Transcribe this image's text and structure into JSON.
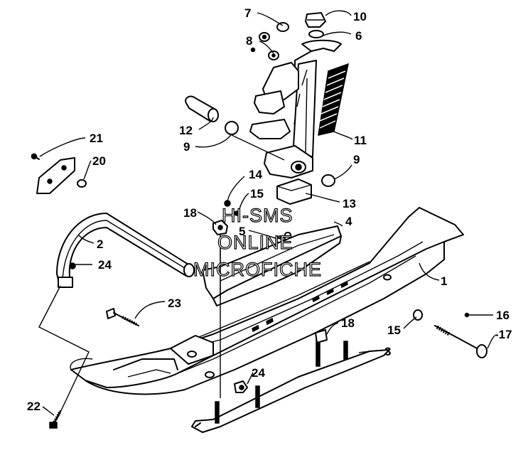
{
  "watermark": {
    "line1": "HI-SMS",
    "line2": "ONLINE",
    "line3": "MICROFICHE"
  },
  "callouts": {
    "c1": "1",
    "c2": "2",
    "c3": "3",
    "c4": "4",
    "c5": "5",
    "c6": "6",
    "c7": "7",
    "c8": "8",
    "c9a": "9",
    "c9b": "9",
    "c10": "10",
    "c11": "11",
    "c12": "12",
    "c13": "13",
    "c14": "14",
    "c15a": "15",
    "c15b": "15",
    "c16": "16",
    "c17": "-17",
    "c18a": "18",
    "c18b": "18",
    "c20": "20",
    "c21": "21",
    "c22": "22",
    "c23": "23",
    "c24a": "24",
    "c24b": "24"
  }
}
